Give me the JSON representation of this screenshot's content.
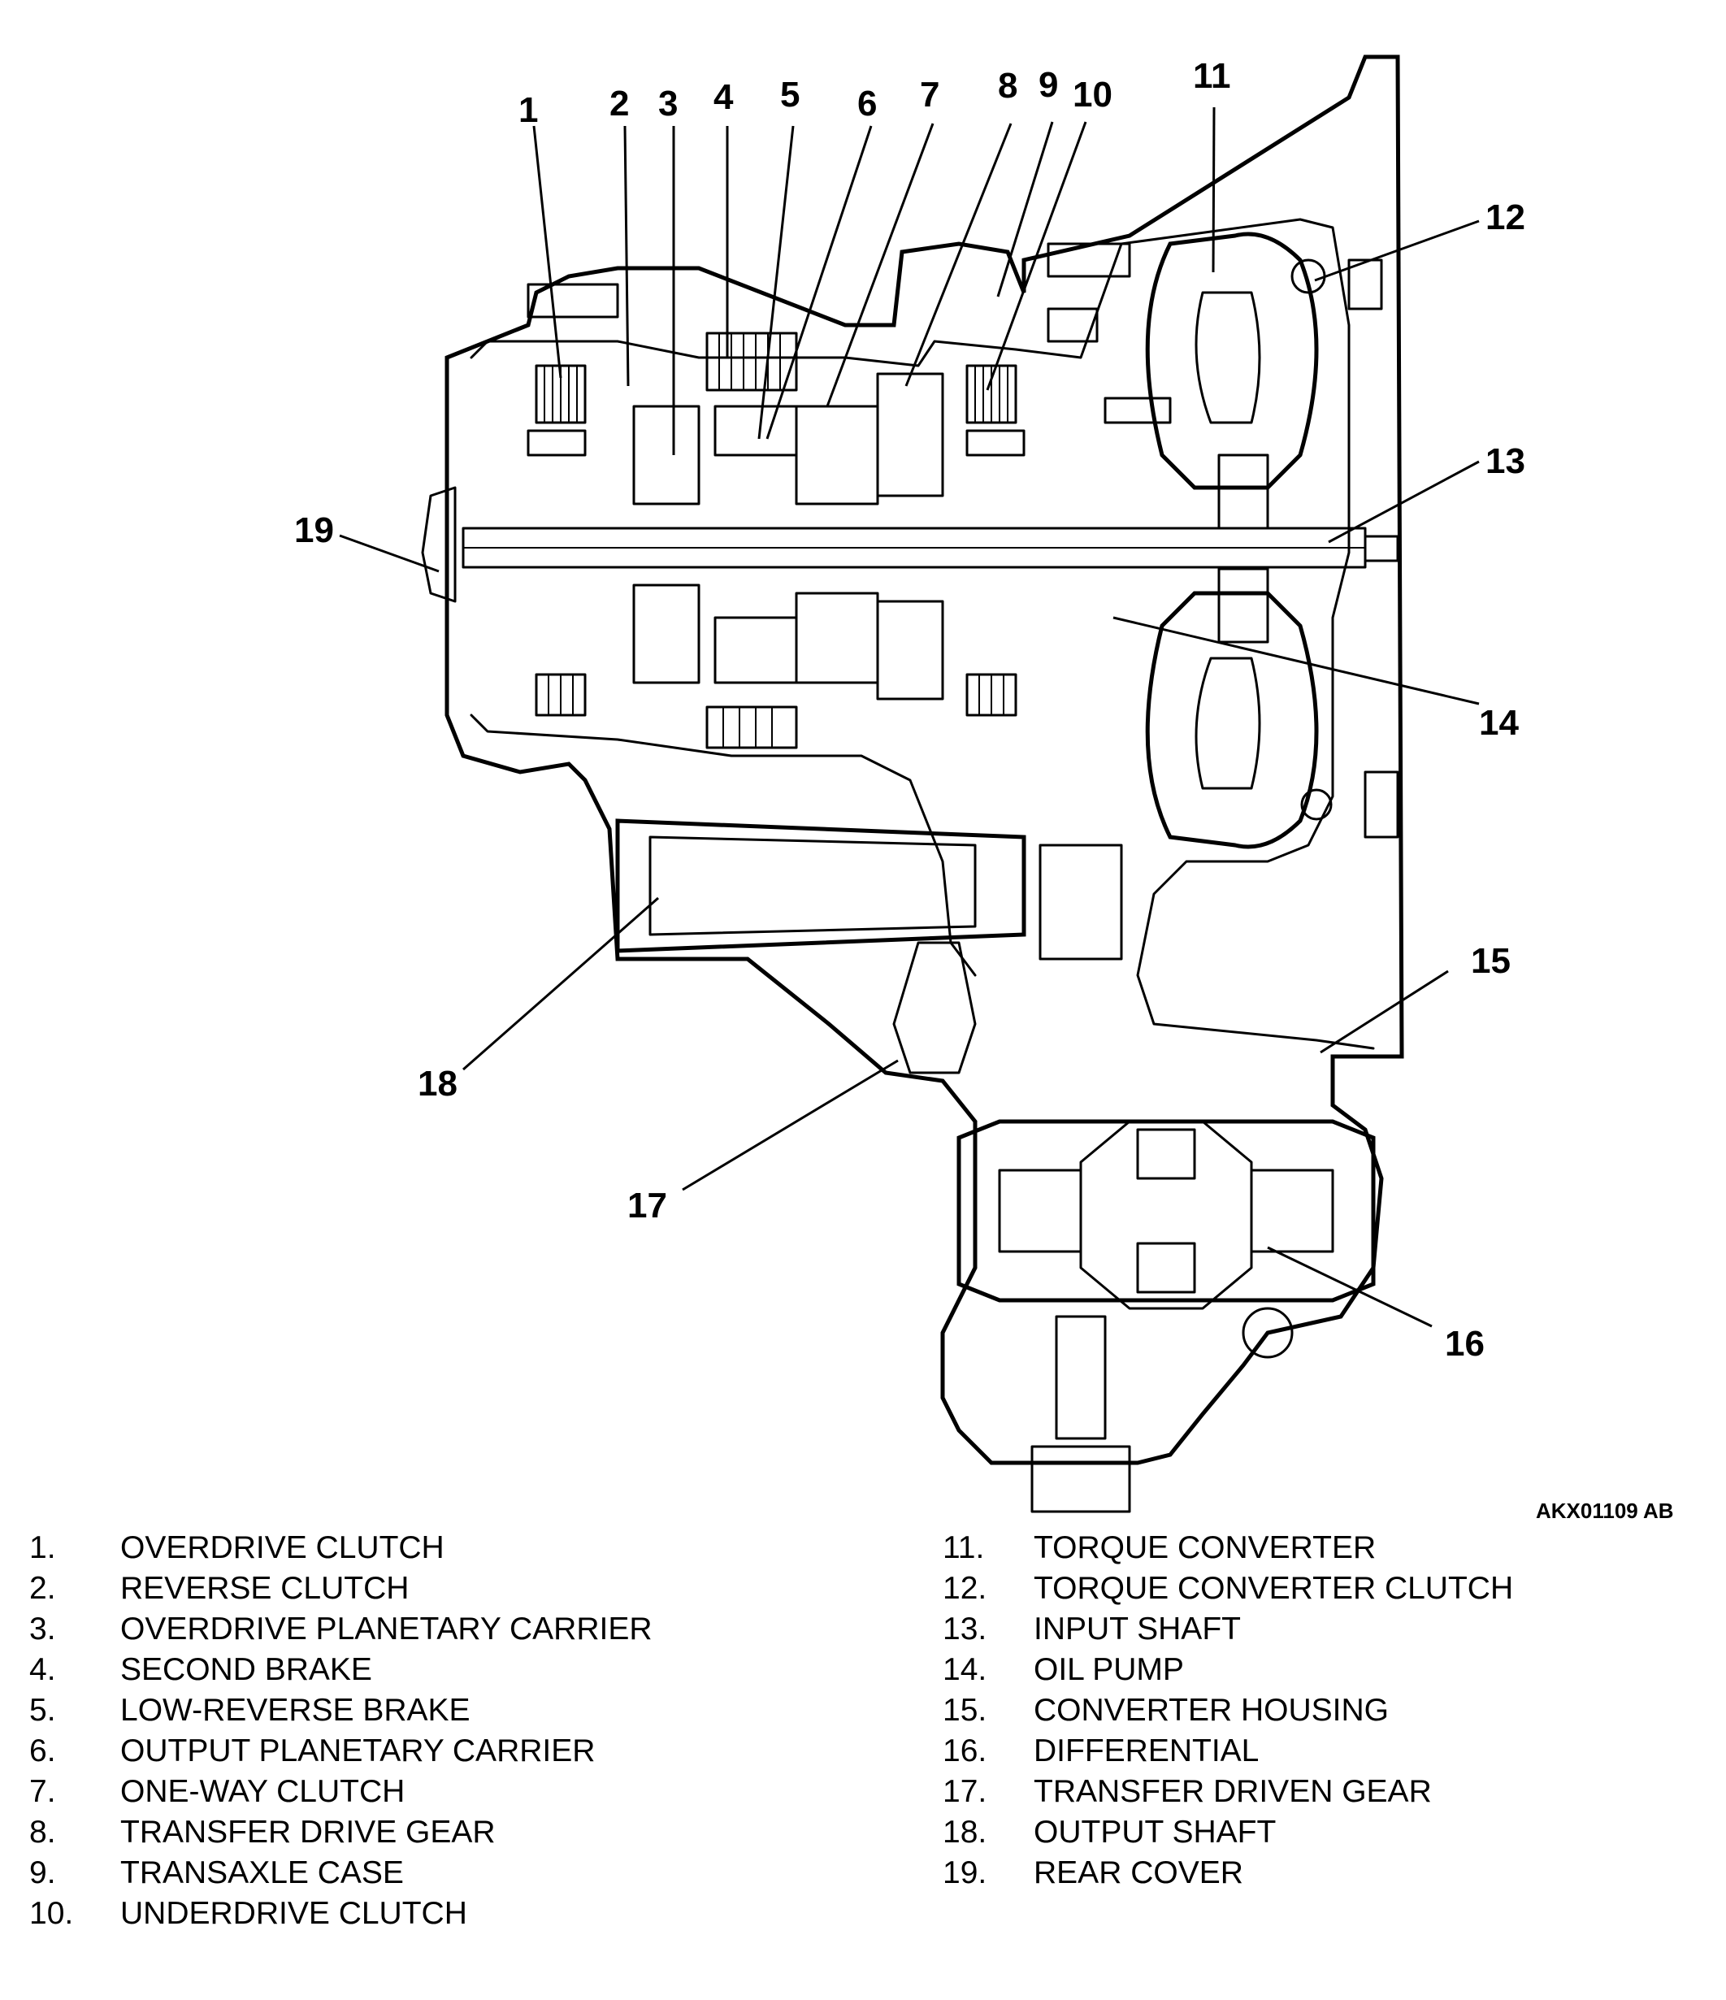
{
  "figure_code": "AKX01109 AB",
  "callouts": [
    "1",
    "2",
    "3",
    "4",
    "5",
    "6",
    "7",
    "8",
    "9",
    "10",
    "11",
    "12",
    "13",
    "14",
    "15",
    "16",
    "17",
    "18",
    "19"
  ],
  "legend_left": [
    {
      "num": "1.",
      "label": "OVERDRIVE CLUTCH"
    },
    {
      "num": "2.",
      "label": "REVERSE CLUTCH"
    },
    {
      "num": "3.",
      "label": "OVERDRIVE PLANETARY CARRIER"
    },
    {
      "num": "4.",
      "label": "SECOND BRAKE"
    },
    {
      "num": "5.",
      "label": "LOW-REVERSE BRAKE"
    },
    {
      "num": "6.",
      "label": "OUTPUT PLANETARY CARRIER"
    },
    {
      "num": "7.",
      "label": "ONE-WAY CLUTCH"
    },
    {
      "num": "8.",
      "label": "TRANSFER DRIVE GEAR"
    },
    {
      "num": "9.",
      "label": "TRANSAXLE CASE"
    },
    {
      "num": "10.",
      "label": "UNDERDRIVE CLUTCH"
    }
  ],
  "legend_right": [
    {
      "num": "11.",
      "label": "TORQUE CONVERTER"
    },
    {
      "num": "12.",
      "label": "TORQUE CONVERTER CLUTCH"
    },
    {
      "num": "13.",
      "label": "INPUT SHAFT"
    },
    {
      "num": "14.",
      "label": "OIL PUMP"
    },
    {
      "num": "15.",
      "label": "CONVERTER HOUSING"
    },
    {
      "num": "16.",
      "label": "DIFFERENTIAL"
    },
    {
      "num": "17.",
      "label": "TRANSFER DRIVEN GEAR"
    },
    {
      "num": "18.",
      "label": "OUTPUT SHAFT"
    },
    {
      "num": "19.",
      "label": "REAR COVER"
    }
  ]
}
